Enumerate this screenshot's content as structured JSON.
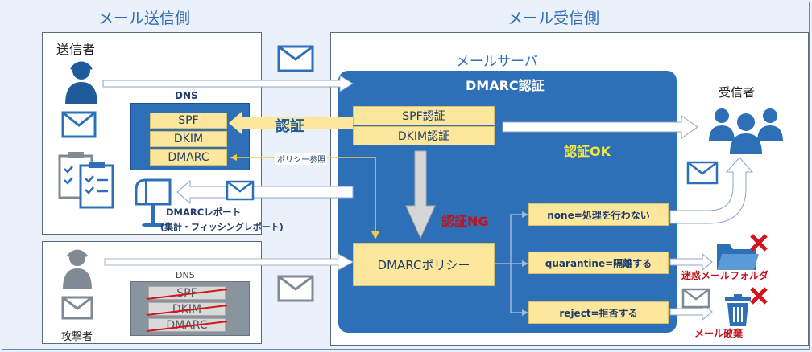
{
  "sender_side_title": "メール送信側",
  "receiver_side_title": "メール受信側",
  "sender": {
    "label": "送信者",
    "dns_title": "DNS",
    "records": [
      "SPF",
      "DKIM",
      "DMARC"
    ],
    "report_label_1": "DMARCレポート",
    "report_label_2": "(集計・フィッシングレポート)"
  },
  "attacker": {
    "label": "攻撃者",
    "dns_title": "DNS",
    "records": [
      "SPF",
      "DKIM",
      "DMARC"
    ]
  },
  "server": {
    "title": "メールサーバ",
    "dmarc_auth_title": "DMARC認証",
    "spf_auth": "SPF認証",
    "dkim_auth": "DKIM認証",
    "policy": "DMARCポリシー",
    "policy_options": [
      "none=処理を行わない",
      "quarantine=隔離する",
      "reject=拒否する"
    ]
  },
  "auth_label": "認証",
  "policy_ref_label": "ポリシー参照",
  "auth_ok": "認証OK",
  "auth_ng": "認証NG",
  "recipient_label": "受信者",
  "spam_folder_label": "迷惑メールフォルダ",
  "discard_label": "メール破棄",
  "colors": {
    "accent": "#2e70b8",
    "yellow": "#fde79c",
    "ok": "#f5e642",
    "ng": "#c0141c"
  }
}
